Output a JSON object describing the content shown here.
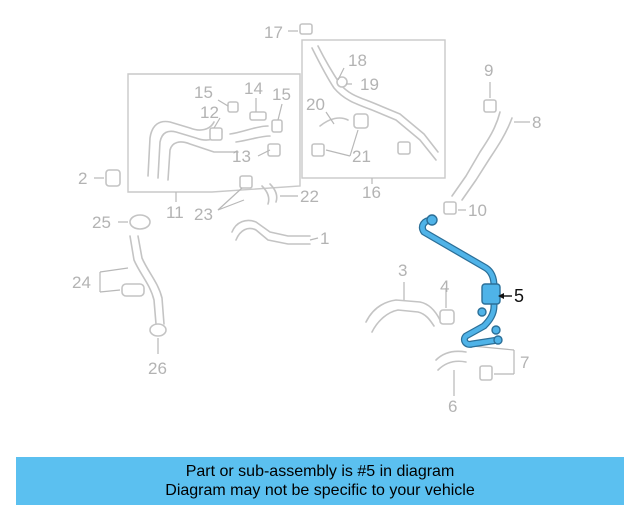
{
  "diagram": {
    "callouts": {
      "c1": "1",
      "c2": "2",
      "c3": "3",
      "c4": "4",
      "c5": "5",
      "c6": "6",
      "c7": "7",
      "c8": "8",
      "c9": "9",
      "c10": "10",
      "c11": "11",
      "c12": "12",
      "c13": "13",
      "c14": "14",
      "c15a": "15",
      "c15b": "15",
      "c16": "16",
      "c17": "17",
      "c18": "18",
      "c19": "19",
      "c20": "20",
      "c21": "21",
      "c22": "22",
      "c23": "23",
      "c24": "24",
      "c25": "25",
      "c26": "26"
    },
    "highlighted_part": "5",
    "colors": {
      "highlight": "#4fb3e8",
      "banner": "#5bc0f0",
      "parts": "#c4c4c4"
    }
  },
  "banner": {
    "line1": "Part or sub-assembly is #5 in diagram",
    "line2": "Diagram may not be specific to your vehicle"
  }
}
